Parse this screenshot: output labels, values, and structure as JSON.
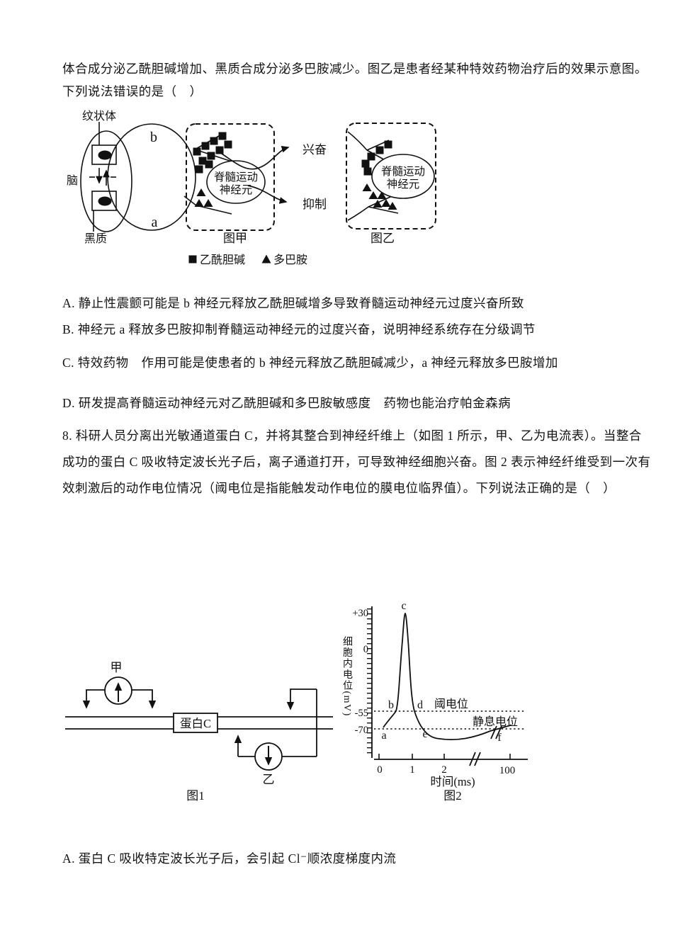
{
  "colors": {
    "ink": "#111111",
    "paper": "#ffffff"
  },
  "q7": {
    "intro_line1": "体合成分泌乙酰胆碱增加、黑质合成分泌多巴胺减少。图乙是患者经某种特效药物治疗后的效果示意图。",
    "intro_line2": "下列说法错误的是（　）",
    "option_a": "A. 静止性震颤可能是 b 神经元释放乙酰胆碱增多导致脊髓运动神经元过度兴奋所致",
    "option_b": "B. 神经元 a 释放多巴胺抑制脊髓运动神经元的过度兴奋，说明神经系统存在分级调节",
    "option_c": "C. 特效药物　作用可能是使患者的 b 神经元释放乙酰胆碱减少，a 神经元释放多巴胺增加",
    "option_d": "D. 研发提高脊髓运动神经元对乙酰胆碱和多巴胺敏感度　药物也能治疗帕金森病"
  },
  "fig_parkinson": {
    "striatum": "纹状体",
    "brain": "脑",
    "substantia_nigra": "黑质",
    "neuron_b": "b",
    "neuron_a": "a",
    "motor_neuron_line1": "脊髓运动",
    "motor_neuron_line2": "神经元",
    "excitation": "兴奋",
    "inhibition": "抑制",
    "caption_jia": "图甲",
    "caption_yi": "图乙",
    "legend_acetylcholine": "乙酰胆碱",
    "legend_dopamine": "多巴胺",
    "acetylcholine_marker": "black-square",
    "dopamine_marker": "black-triangle",
    "jia_square_count": 10,
    "jia_triangle_count": 3,
    "yi_square_count": 5,
    "yi_triangle_count": 6
  },
  "q8": {
    "line1": "8. 科研人员分离出光敏通道蛋白 C，并将其整合到神经纤维上（如图 1 所示，甲、乙为电流表）。当整合",
    "line2": "成功的蛋白 C 吸收特定波长光子后，离子通道打开，可导致神经细胞兴奋。图 2 表示神经纤维受到一次有",
    "line3": "效刺激后的动作电位情况（阈电位是指能触发动作电位的膜电位临界值）。下列说法正确的是（　）",
    "option_a": "A. 蛋白 C 吸收特定波长光子后，会引起 Cl⁻顺浓度梯度内流"
  },
  "fig1": {
    "caption": "图1",
    "meter_jia": "甲",
    "meter_yi": "乙",
    "protein_box": "蛋白C"
  },
  "fig2": {
    "caption": "图2",
    "y_axis_label": "细胞内电位(mV)",
    "x_axis_label": "时间(ms)",
    "threshold_label": "阈电位",
    "resting_label": "静息电位",
    "y_ticks": [
      "+30",
      "0",
      "-55",
      "-70"
    ],
    "x_ticks": [
      "0",
      "1",
      "2",
      "100"
    ],
    "point_labels": [
      "a",
      "b",
      "c",
      "d",
      "e",
      "f"
    ]
  },
  "chart_data": {
    "type": "line",
    "title": "图2 神经纤维受到一次有效刺激后的动作电位",
    "xlabel": "时间(ms)",
    "ylabel": "细胞内电位(mV)",
    "ylim": [
      -85,
      35
    ],
    "x_axis_break_between": [
      3,
      100
    ],
    "grid": false,
    "legend_position": "none",
    "reference_lines": [
      {
        "label": "阈电位",
        "y": -55,
        "style": "dotted"
      },
      {
        "label": "静息电位",
        "y": -70,
        "style": "dotted"
      }
    ],
    "labeled_points": [
      {
        "name": "a",
        "x": 0.15,
        "y": -70
      },
      {
        "name": "b",
        "x": 0.5,
        "y": -55
      },
      {
        "name": "c",
        "x": 0.75,
        "y": 30
      },
      {
        "name": "d",
        "x": 1.1,
        "y": -55
      },
      {
        "name": "e",
        "x": 1.35,
        "y": -70
      },
      {
        "name": "f",
        "x": 100,
        "y": -70
      }
    ],
    "series": [
      {
        "name": "动作电位",
        "x": [
          0.15,
          0.35,
          0.5,
          0.6,
          0.75,
          0.9,
          1.1,
          1.35,
          1.6,
          2.0,
          2.5,
          3.0,
          100
        ],
        "y": [
          -70,
          -63,
          -55,
          -5,
          30,
          -5,
          -55,
          -70,
          -77,
          -78,
          -77,
          -75,
          -70
        ]
      }
    ]
  }
}
